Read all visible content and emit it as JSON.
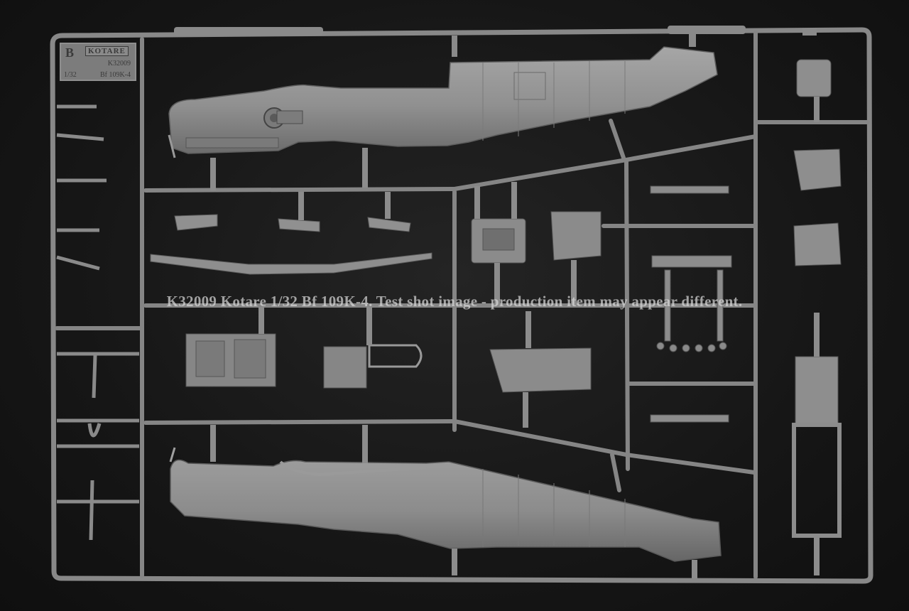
{
  "photo": {
    "subject": "plastic model kit sprue",
    "colors": {
      "background": "#161616",
      "plastic": "#8a8a8a",
      "plastic_light": "#a2a2a2",
      "plastic_dark": "#6a6a6a"
    }
  },
  "sprue_tag": {
    "letter": "B",
    "brand": "KOTARE",
    "code": "K32009",
    "scale": "1/32",
    "model": "Bf 109K-4"
  },
  "watermark": {
    "text": "K32009 Kotare 1/32 Bf 109K-4. Test shot image - production item may appear different."
  }
}
